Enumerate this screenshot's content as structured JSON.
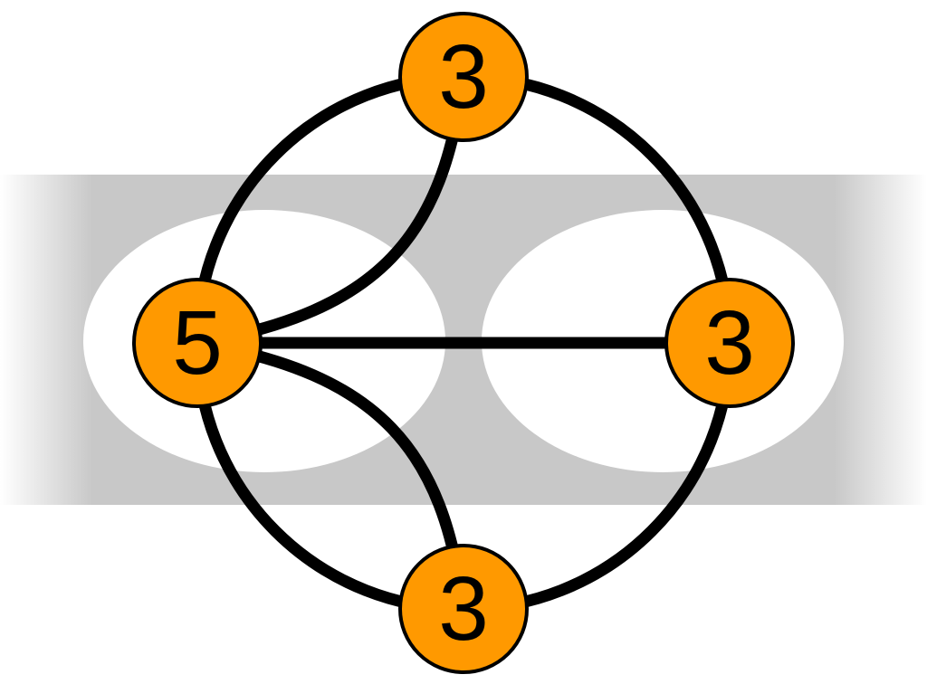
{
  "diagram": {
    "nodes": [
      {
        "id": "top",
        "label": "3"
      },
      {
        "id": "left",
        "label": "5"
      },
      {
        "id": "right",
        "label": "3"
      },
      {
        "id": "bottom",
        "label": "3"
      }
    ],
    "edges": [
      {
        "from": "top",
        "to": "right",
        "kind": "arc"
      },
      {
        "from": "right",
        "to": "bottom",
        "kind": "arc"
      },
      {
        "from": "bottom",
        "to": "left",
        "kind": "arc"
      },
      {
        "from": "left",
        "to": "top",
        "kind": "arc"
      },
      {
        "from": "left",
        "to": "top",
        "kind": "curve"
      },
      {
        "from": "left",
        "to": "bottom",
        "kind": "curve"
      },
      {
        "from": "left",
        "to": "right",
        "kind": "straight"
      }
    ]
  },
  "colors": {
    "node_fill": "#FF9900",
    "node_stroke": "#000000",
    "edge": "#000000",
    "band": "#C8C8C8",
    "hole": "#FFFFFF"
  }
}
